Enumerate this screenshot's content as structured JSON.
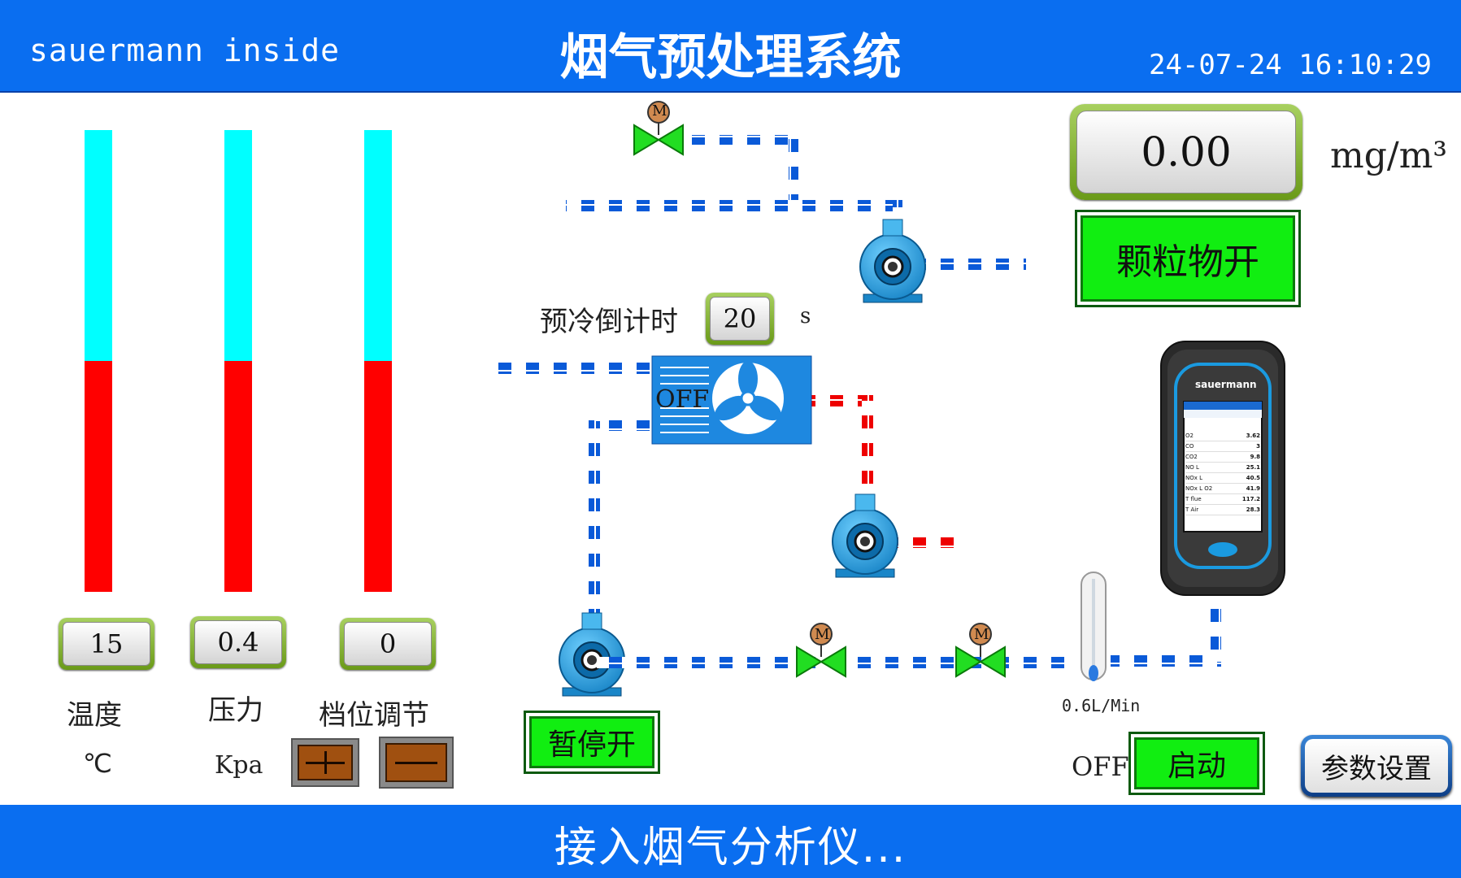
{
  "header": {
    "brand": "sauermann inside",
    "title": "烟气预处理系统",
    "datetime": "24-07-24  16:10:29"
  },
  "gauges": [
    {
      "name": "temperature",
      "label": "温度",
      "unit": "℃",
      "value": "15",
      "level": 0.5
    },
    {
      "name": "pressure",
      "label": "压力",
      "unit": "Kpa",
      "value": "0.4",
      "level": 0.5
    },
    {
      "name": "gear",
      "label": "档位调节",
      "value": "0",
      "level": 0.5
    }
  ],
  "particulate": {
    "value": "0.00",
    "unit": "mg/m³",
    "button_label": "颗粒物开"
  },
  "precool": {
    "label": "预冷倒计时",
    "value": "20",
    "unit": "s"
  },
  "cooler": {
    "state": "OFF"
  },
  "valves": [
    {
      "badge": "M"
    },
    {
      "badge": "M"
    },
    {
      "badge": "M"
    }
  ],
  "flowmeter": {
    "label": "0.6L/Min"
  },
  "pause_button": "暂停开",
  "start": {
    "state": "OFF",
    "button_label": "启动"
  },
  "param_button": "参数设置",
  "status_text": "接入烟气分析仪...",
  "analyzer": {
    "brand": "sauermann",
    "rows": [
      {
        "k": "O2",
        "v": "3.62"
      },
      {
        "k": "CO",
        "v": "3"
      },
      {
        "k": "CO2",
        "v": "9.8"
      },
      {
        "k": "NO L",
        "v": "25.1"
      },
      {
        "k": "NOx L",
        "v": "40.5"
      },
      {
        "k": "NOx L O2",
        "v": "41.9"
      },
      {
        "k": "T flue",
        "v": "117.2"
      },
      {
        "k": "T Air",
        "v": "28.3"
      }
    ]
  },
  "colors": {
    "bar": "#0a6ef0",
    "pipe_blue": "#0a5ad8",
    "pipe_red": "#ee0000",
    "button_green": "#11ee11",
    "gauge_low": "#00ffff",
    "gauge_high": "#ff0000"
  }
}
